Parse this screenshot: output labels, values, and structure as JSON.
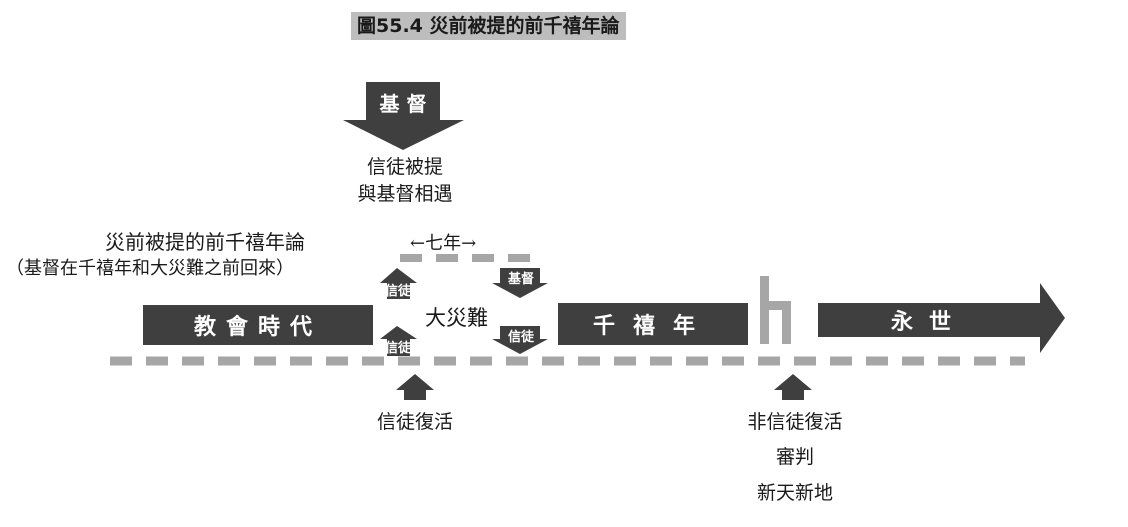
{
  "figure_title": "圖55.4  災前被提的前千禧年論",
  "top_arrow_label": "基 督",
  "rapture_caption": {
    "line1": "信徒被提",
    "line2": "與基督相遇"
  },
  "theory_title": "災前被提的前千禧年論",
  "theory_subtitle": "（基督在千禧年和大災難之前回來）",
  "seven_years": "←七年→",
  "tribulation": "大災難",
  "bars": {
    "church_age": "教會時代",
    "millennium": "千禧年",
    "eternity": "永世"
  },
  "small_arrows": {
    "believers_up_top": "信徒",
    "believers_up_bottom": "信徒",
    "christ_down": "基督",
    "believers_down": "信徒"
  },
  "bottom_left": "信徒復活",
  "bottom_right": {
    "line1": "非信徒復活",
    "line2": "審判",
    "line3": "新天新地"
  },
  "colors": {
    "dark": "#3f3f3f",
    "dash": "#a6a6a6",
    "title_bg": "#bdbdbd"
  }
}
